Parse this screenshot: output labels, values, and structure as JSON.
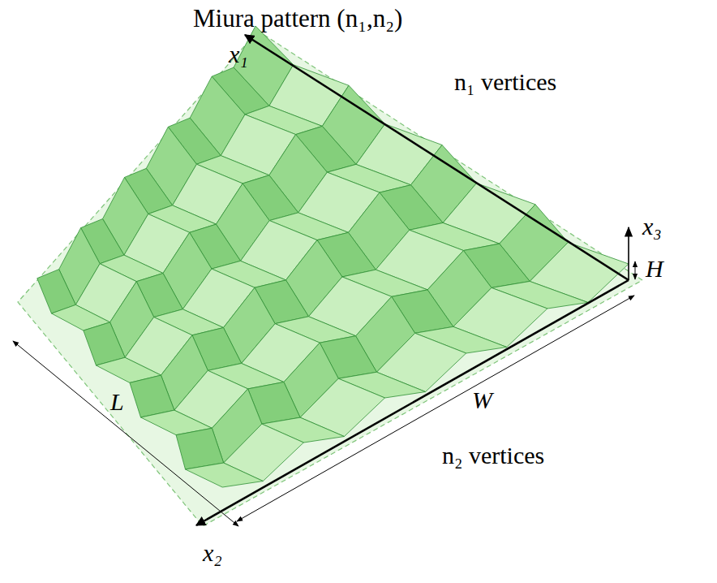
{
  "diagram": {
    "title": "Miura pattern (n₁,n₂)",
    "labels": [
      "x₁",
      "n₁ vertices",
      "x₃",
      "H",
      "L",
      "W",
      "n₂ vertices",
      "x₂"
    ]
  }
}
